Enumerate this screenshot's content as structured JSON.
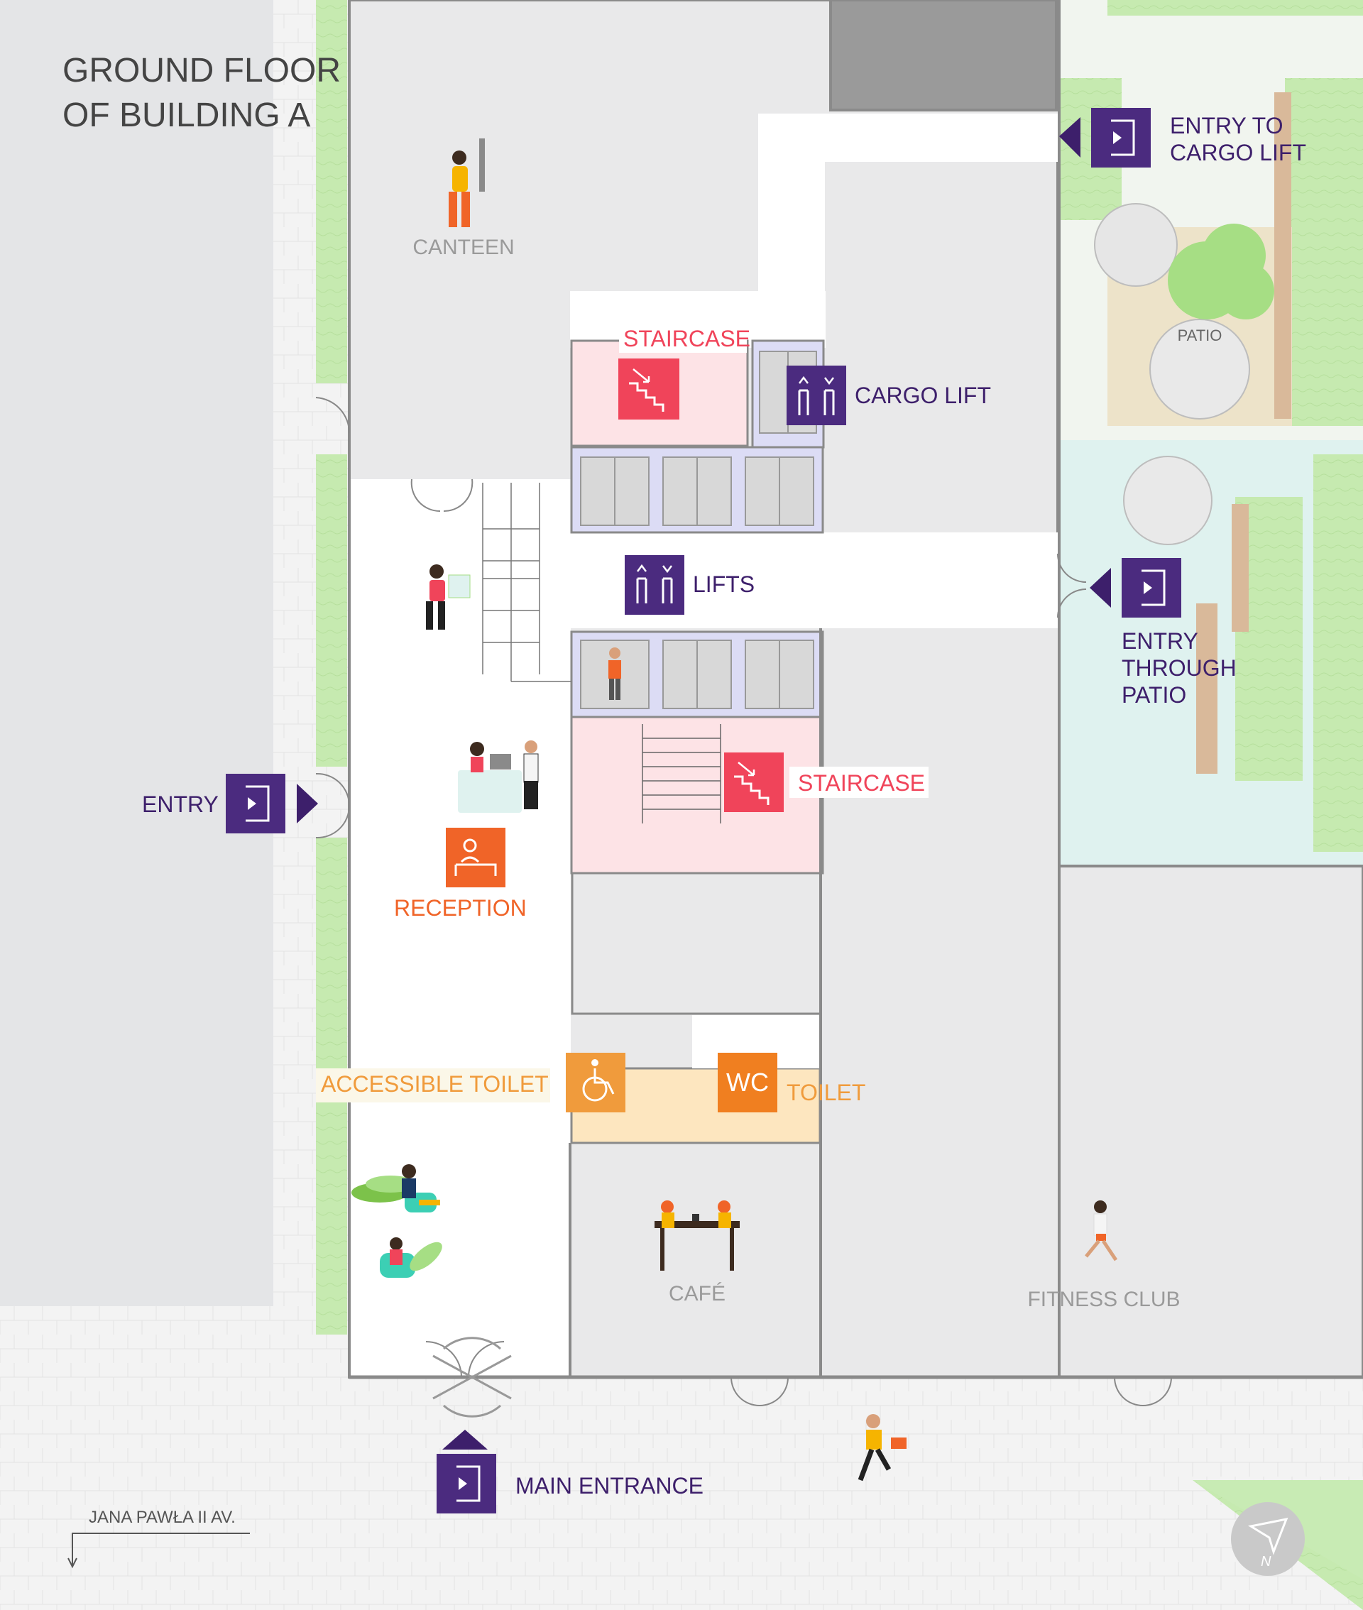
{
  "title": [
    "GROUND FLOOR",
    "OF BUILDING A"
  ],
  "rooms": {
    "canteen": "CANTEEN",
    "patio": "PATIO",
    "cafe": "CAFÉ",
    "fitness": "FITNESS CLUB"
  },
  "labels": {
    "staircase_north": "STAIRCASE",
    "staircase_south": "STAIRCASE",
    "cargo_lift": "CARGO LIFT",
    "lifts": "LIFTS",
    "reception": "RECEPTION",
    "accessible_toilet": "ACCESSIBLE TOILET",
    "toilet": "TOILET",
    "wc_icon_text": "WC"
  },
  "entries": {
    "cargo": [
      "ENTRY TO",
      "CARGO LIFT"
    ],
    "patio": [
      "ENTRY",
      "THROUGH",
      "PATIO"
    ],
    "west": "ENTRY",
    "main": "MAIN ENTRANCE"
  },
  "street": "JANA PAWŁA II AV.",
  "compass_letter": "N",
  "colors": {
    "purple": "#4b2b7f",
    "red": "#f0445a",
    "orange": "#f06428",
    "amber": "#f09b3c",
    "pink_area": "#fde3e6",
    "lift_area": "#dcdcf5",
    "green": "#c8ebb4",
    "teal": "#dff2ef"
  }
}
